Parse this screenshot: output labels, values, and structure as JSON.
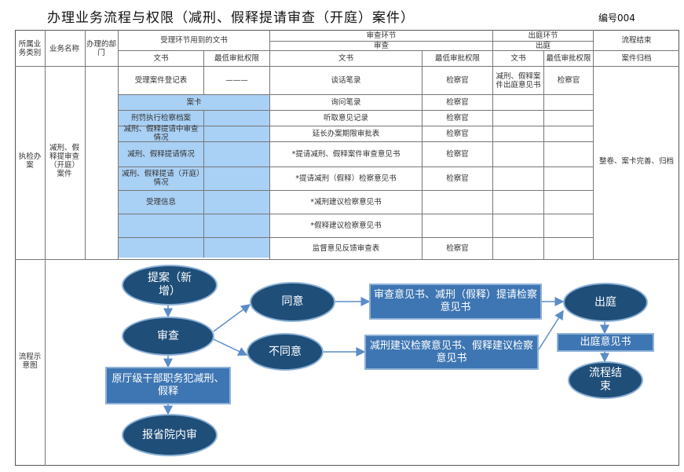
{
  "title": "办理业务流程与权限（减刑、假释提请审查（开庭）案件）",
  "doc_no": "编号004",
  "header": {
    "category": "所属业务类别",
    "business_name": "业务名称",
    "dept": "办理的部门",
    "accept_stage": "受理环节用到的文书",
    "review_stage": "审查环节",
    "review_sub": "审查",
    "court_stage": "出庭环节",
    "court_sub": "出庭",
    "end_stage": "流程结束",
    "doc": "文书",
    "min_auth": "最低审批权限",
    "review_doc": "文书",
    "review_auth": "最低审批权限",
    "court_doc": "文书",
    "court_auth": "最低审批权限",
    "archive": "案件归档"
  },
  "category_value": "执检办案",
  "business_value": "减刑、假释提审查（开庭）案件",
  "accept_rows": [
    "受理案件登记表",
    "案卡",
    "刑罚执行检察档案",
    "减刑、假释提请中审查情况",
    "减刑、假释提请情况",
    "减刑、假释提请（开庭）情况",
    "受理信息"
  ],
  "accept_auth_0": "———",
  "review_rows": [
    {
      "doc": "谈话笔录",
      "auth": "检察官"
    },
    {
      "doc": "询问笔录",
      "auth": "检察官"
    },
    {
      "doc": "听取意见记录",
      "auth": "检察官"
    },
    {
      "doc": "延长办案期限审批表",
      "auth": "检察官"
    },
    {
      "doc": "*提请减刑、假释案件审查意见书",
      "auth": "检察官"
    },
    {
      "doc": "*提请减刑（假释）检察意见书",
      "auth": "检察官"
    },
    {
      "doc": "*减刑建议检察意见书",
      "auth": ""
    },
    {
      "doc": "*假释建议检察意见书",
      "auth": ""
    },
    {
      "doc": "监督意见反馈审查表",
      "auth": "检察官"
    }
  ],
  "court_doc_value": "减刑、假释案件出庭意见书",
  "court_auth_value": "检察官",
  "end_value": "整卷、案卡完善、归档",
  "flow_label": "流程示意图",
  "flow": {
    "start": "提案（新增）",
    "review": "审查",
    "agree": "同意",
    "disagree": "不同意",
    "agree_doc": "审查意见书、减刑（假释）提请检察意见书",
    "disagree_doc": "减刑建议检察意见书、假释建议检察意见书",
    "court": "出庭",
    "court_opinion": "出庭意见书",
    "end": "流程结束",
    "senior": "原厅级干部职务犯减刑、假释",
    "report": "报省院内审"
  }
}
